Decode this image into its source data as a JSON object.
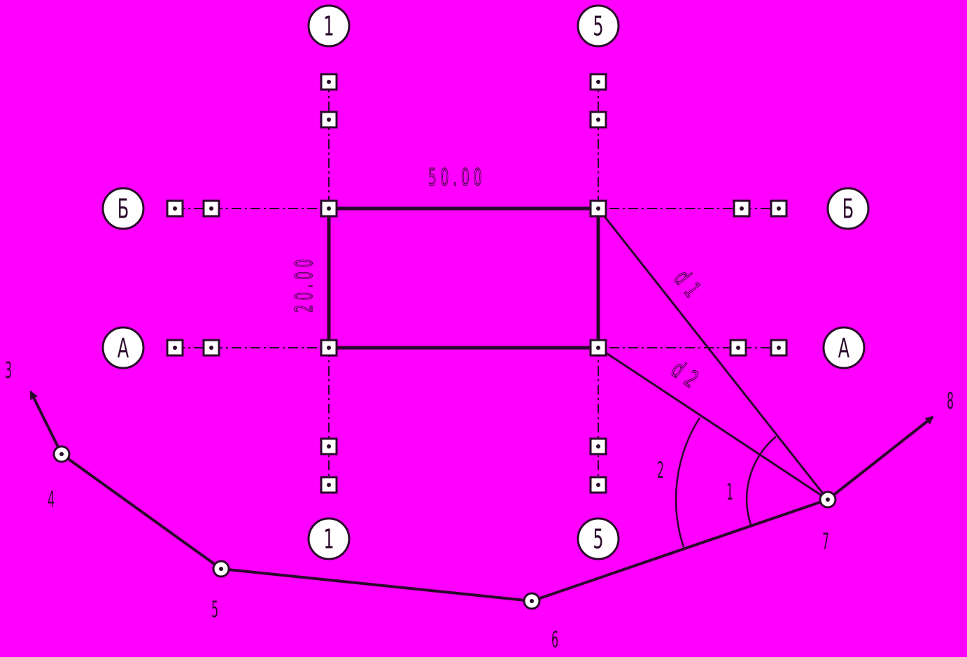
{
  "colors": {
    "background": "#ff00ff",
    "stroke": "#2a0a2a",
    "fill_white": "#ffffff"
  },
  "building": {
    "length_label": "50.00",
    "width_label": "20.00"
  },
  "axis_labels": {
    "axis_1_top": "1",
    "axis_1_bottom": "1",
    "axis_5_top": "5",
    "axis_5_bottom": "5",
    "axis_b_left": "Б",
    "axis_b_right": "Б",
    "axis_a_left": "А",
    "axis_a_right": "А"
  },
  "traverse": {
    "station_3": "3",
    "station_4": "4",
    "station_5": "5",
    "station_6": "6",
    "station_7": "7",
    "station_8": "8"
  },
  "measurements": {
    "distance_1": "d 1",
    "distance_2": "d 2",
    "angle_1": "1",
    "angle_2": "2"
  }
}
